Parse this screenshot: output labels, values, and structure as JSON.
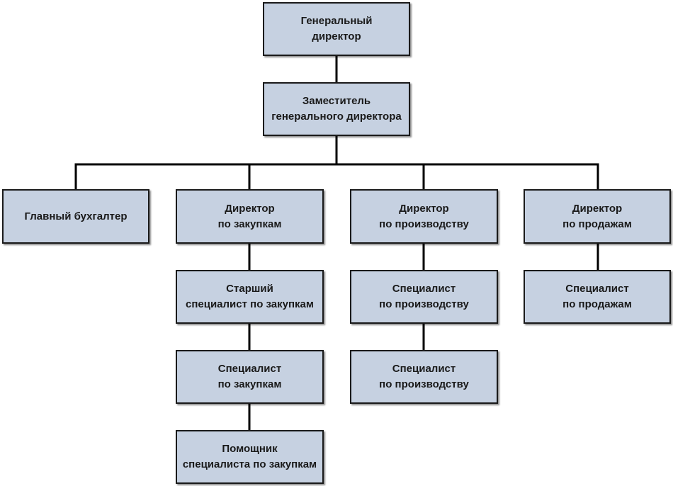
{
  "chart": {
    "nodes": {
      "ceo": "Генеральный\nдиректор",
      "deputy": "Заместитель\nгенерального директора",
      "chief_accountant": "Главный бухгалтер",
      "dir_purchasing": "Директор\nпо закупкам",
      "dir_production": "Директор\nпо производству",
      "dir_sales": "Директор\nпо продажам",
      "senior_purchasing_specialist": "Старший\nспециалист по закупкам",
      "purchasing_specialist": "Специалист\nпо закупкам",
      "purchasing_assistant": "Помощник\nспециалиста по закупкам",
      "production_specialist_1": "Специалист\nпо производству",
      "production_specialist_2": "Специалист\nпо производству",
      "sales_specialist": "Специалист\nпо продажам"
    },
    "colors": {
      "box_fill": "#c6d1e1",
      "box_border": "#1a1a1a",
      "connector": "#000000"
    }
  }
}
